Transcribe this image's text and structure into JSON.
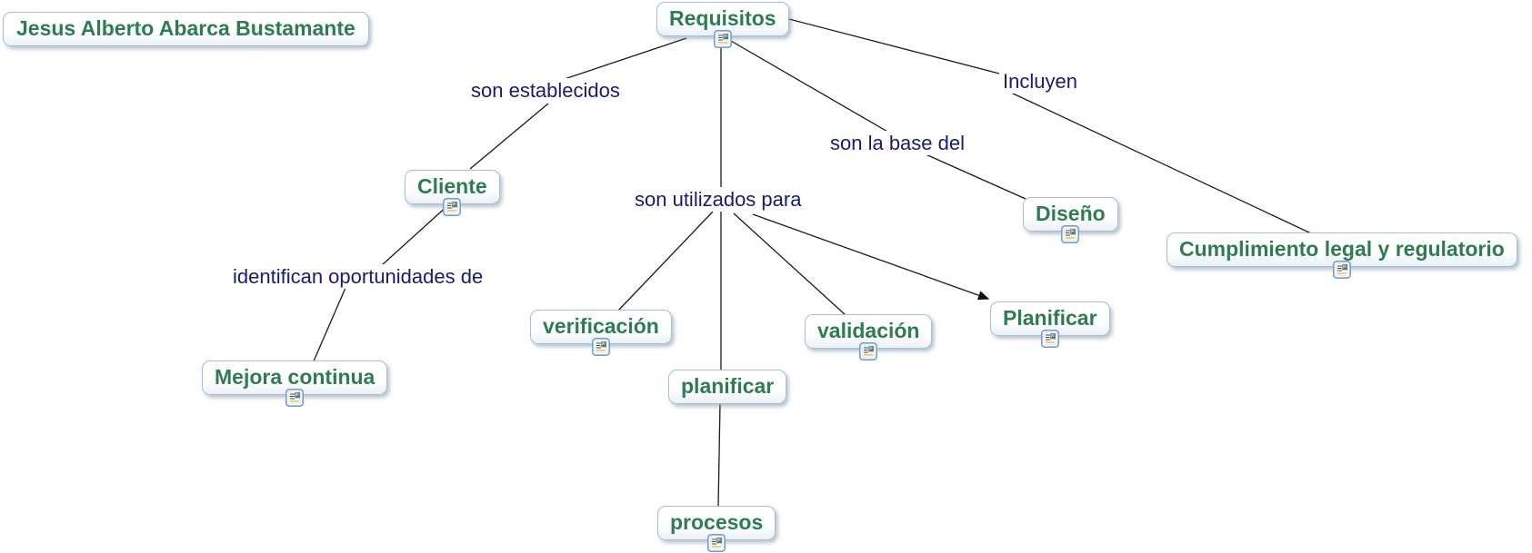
{
  "map": {
    "author": "Jesus Alberto Abarca Bustamante",
    "root_concept": "Requisitos"
  },
  "colors": {
    "concept_text": "#2e7d52",
    "linking_phrase_text": "#1a1a75",
    "box_border": "#a7bfd3",
    "box_background": "#ffffff",
    "edge_line": "#1a1a1a",
    "resource_icon_border": "#6f9ed8"
  },
  "nodes": [
    {
      "id": "author-box",
      "label": "Jesus Alberto Abarca Bustamante",
      "resource_icon": false
    },
    {
      "id": "requisitos",
      "label": "Requisitos",
      "resource_icon": true
    },
    {
      "id": "cliente",
      "label": "Cliente",
      "resource_icon": true
    },
    {
      "id": "mejora-continua",
      "label": "Mejora continua",
      "resource_icon": true
    },
    {
      "id": "verificacion",
      "label": "verificación",
      "resource_icon": true
    },
    {
      "id": "planificar-lower",
      "label": "planificar",
      "resource_icon": false
    },
    {
      "id": "validacion",
      "label": "validación",
      "resource_icon": true
    },
    {
      "id": "planificar-upper",
      "label": "Planificar",
      "resource_icon": true
    },
    {
      "id": "diseno",
      "label": "Diseño",
      "resource_icon": true
    },
    {
      "id": "cumplimiento-legal",
      "label": "Cumplimiento legal y regulatorio",
      "resource_icon": true
    },
    {
      "id": "procesos",
      "label": "procesos",
      "resource_icon": true
    }
  ],
  "linking_phrases": [
    {
      "id": "son-establecidos",
      "text": "son establecidos"
    },
    {
      "id": "identifican-oportunidades-de",
      "text": "identifican oportunidades de"
    },
    {
      "id": "son-utilizados-para",
      "text": "son utilizados para"
    },
    {
      "id": "son-la-base-del",
      "text": "son la base del"
    },
    {
      "id": "incluyen",
      "text": "Incluyen"
    }
  ],
  "relations": [
    {
      "from": "Requisitos",
      "phrase": "son establecidos",
      "to": "Cliente",
      "arrow": false
    },
    {
      "from": "Cliente",
      "phrase": "identifican oportunidades de",
      "to": "Mejora continua",
      "arrow": false
    },
    {
      "from": "Requisitos",
      "phrase": "son utilizados para",
      "to": "verificación",
      "arrow": false
    },
    {
      "from": "Requisitos",
      "phrase": "son utilizados para",
      "to": "planificar",
      "arrow": false
    },
    {
      "from": "Requisitos",
      "phrase": "son utilizados para",
      "to": "validación",
      "arrow": false
    },
    {
      "from": "Requisitos",
      "phrase": "son utilizados para",
      "to": "Planificar",
      "arrow": true
    },
    {
      "from": "Requisitos",
      "phrase": "son la base del",
      "to": "Diseño",
      "arrow": false
    },
    {
      "from": "Requisitos",
      "phrase": "Incluyen",
      "to": "Cumplimiento legal y regulatorio",
      "arrow": false
    },
    {
      "from": "planificar",
      "phrase": "",
      "to": "procesos",
      "arrow": false
    }
  ]
}
